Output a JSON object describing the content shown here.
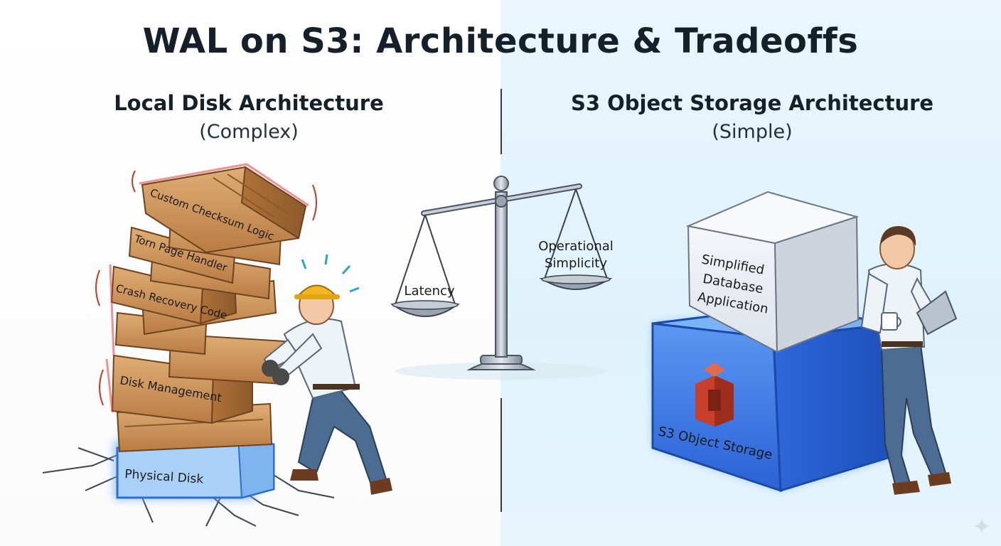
{
  "title": "WAL on S3: Architecture & Tradeoffs",
  "left_panel": {
    "heading": "Local Disk Architecture",
    "subheading": "(Complex)",
    "blocks": [
      "Custom Checksum Logic",
      "Torn Page Handler",
      "Crash Recovery Code",
      "Disk Management",
      "Physical Disk"
    ]
  },
  "scale": {
    "left_pan_label": "Latency",
    "right_pan_label_line1": "Operational",
    "right_pan_label_line2": "Simplicity"
  },
  "right_panel": {
    "heading": "S3 Object Storage Architecture",
    "subheading": "(Simple)",
    "top_box_line1": "Simplified",
    "top_box_line2": "Database",
    "top_box_line3": "Application",
    "bottom_box": "S3 Object Storage"
  },
  "colors": {
    "wood": "#c98f55",
    "wood_dark": "#8a5a2e",
    "s3_blue": "#2f6fe0",
    "aws_red": "#c8402c",
    "right_bg": "#e3f4fb"
  }
}
